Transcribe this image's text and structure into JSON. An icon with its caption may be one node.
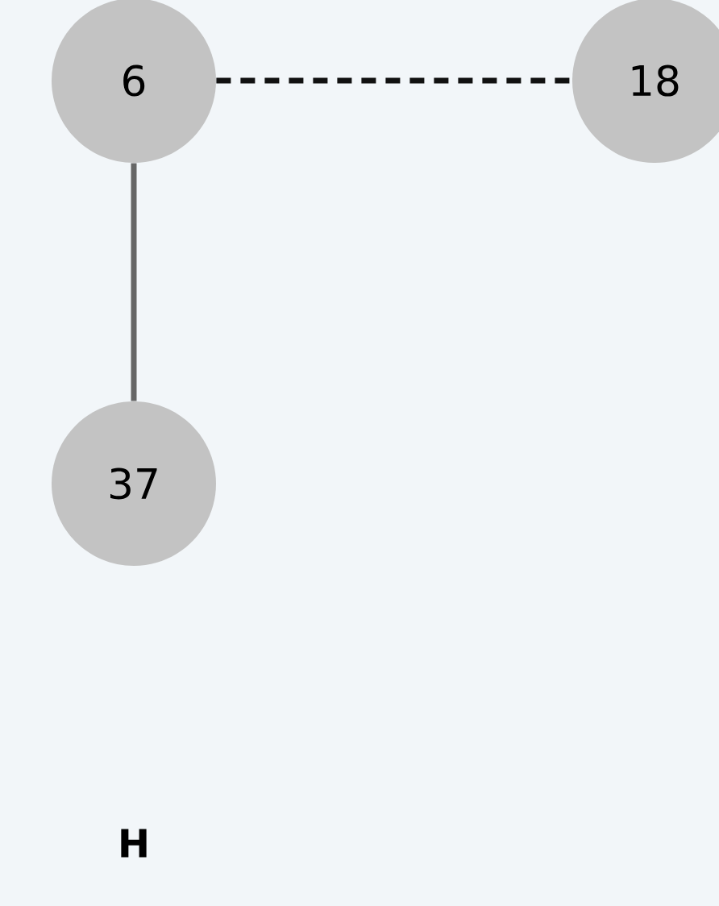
{
  "diagram": {
    "nodes": [
      {
        "text": [
          "6"
        ]
      },
      {
        "text": [
          "18"
        ]
      },
      {
        "text": [
          "37"
        ]
      }
    ],
    "edges": [
      {
        "from": 0,
        "to": 1,
        "arrow": "none",
        "style": "dashed",
        "color": "#111111"
      },
      {
        "from": 0,
        "to": 2,
        "arrow": "none",
        "color": "#666666"
      }
    ],
    "labels": [
      "H"
    ]
  }
}
